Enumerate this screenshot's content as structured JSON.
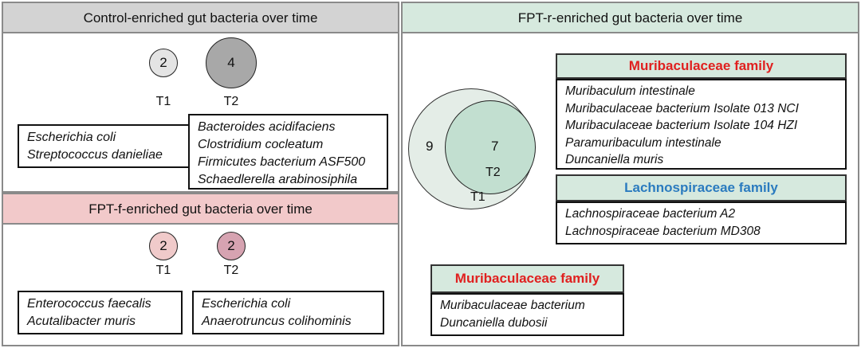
{
  "colors": {
    "control_header_bg": "#d3d3d3",
    "fpt_f_header_bg": "#f2c9ca",
    "fpt_r_header_bg": "#d6e9de",
    "control_t1_circle": "#e4e4e4",
    "control_t2_circle": "#a8a8a8",
    "fpt_f_t1_circle": "#f0caca",
    "fpt_f_t2_circle": "#d6a3b1",
    "fpt_r_outer_circle": "#e4ede7",
    "fpt_r_inner_circle": "#c2dfd0",
    "muribaculaceae_title": "#e0201f",
    "lachnospiraceae_title": "#2b7bbf"
  },
  "control": {
    "title": "Control-enriched gut bacteria over time",
    "t1": {
      "count": "2",
      "label": "T1",
      "species": [
        "Escherichia coli",
        "Streptococcus danieliae"
      ]
    },
    "t2": {
      "count": "4",
      "label": "T2",
      "species": [
        "Bacteroides acidifaciens",
        "Clostridium cocleatum",
        "Firmicutes bacterium ASF500",
        "Schaedlerella arabinosiphila"
      ]
    }
  },
  "fpt_f": {
    "title": "FPT-f-enriched gut bacteria over time",
    "t1": {
      "count": "2",
      "label": "T1",
      "species": [
        "Enterococcus faecalis",
        "Acutalibacter muris"
      ]
    },
    "t2": {
      "count": "2",
      "label": "T2",
      "species": [
        "Escherichia coli",
        "Anaerotruncus colihominis"
      ]
    }
  },
  "fpt_r": {
    "title": "FPT-r-enriched gut bacteria over time",
    "outer_count": "9",
    "inner_count": "7",
    "t1_label": "T1",
    "t2_label": "T2",
    "t2_groups": [
      {
        "family": "Muribaculaceae family",
        "species": [
          "Muribaculum intestinale",
          "Muribaculaceae bacterium Isolate 013 NCI",
          "Muribaculaceae bacterium Isolate 104 HZI",
          "Paramuribaculum intestinale",
          "Duncaniella muris"
        ]
      },
      {
        "family": "Lachnospiraceae family",
        "species": [
          "Lachnospiraceae bacterium A2",
          "Lachnospiraceae bacterium MD308"
        ]
      }
    ],
    "t1_group": {
      "family": "Muribaculaceae family",
      "species": [
        "Muribaculaceae bacterium",
        "Duncaniella dubosii"
      ]
    }
  }
}
